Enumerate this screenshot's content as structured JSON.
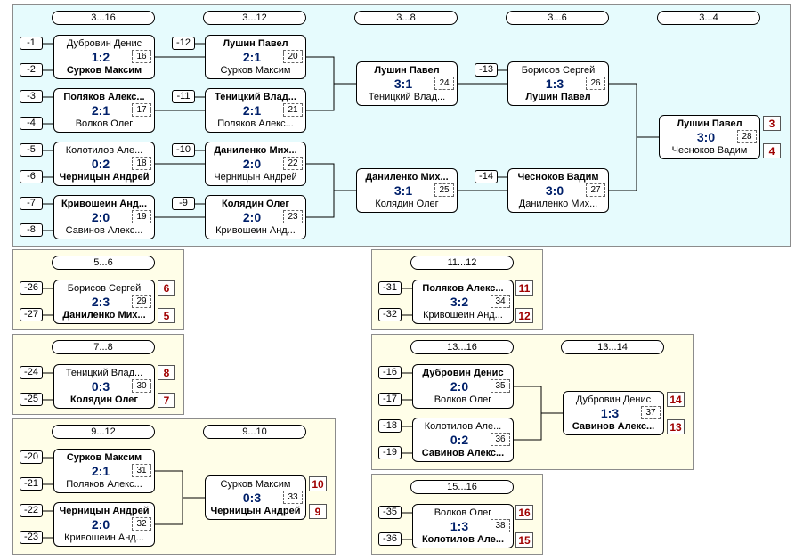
{
  "rounds": {
    "r16": "3...16",
    "r12": "3...12",
    "r8": "3...8",
    "r6": "3...6",
    "r4": "3...4",
    "p56": "5...6",
    "p78": "7...8",
    "p912": "9...12",
    "p910": "9...10",
    "p1112": "11...12",
    "p1316": "13...16",
    "p1314": "13...14",
    "p1516": "15...16"
  },
  "seeds": {
    "s1": "-1",
    "s2": "-2",
    "s3": "-3",
    "s4": "-4",
    "s5": "-5",
    "s6": "-6",
    "s7": "-7",
    "s8": "-8",
    "s12": "-12",
    "s11": "-11",
    "s10": "-10",
    "s9": "-9",
    "s13": "-13",
    "s14": "-14",
    "s26": "-26",
    "s27": "-27",
    "s24": "-24",
    "s25": "-25",
    "s20": "-20",
    "s21": "-21",
    "s22": "-22",
    "s23": "-23",
    "s31": "-31",
    "s32": "-32",
    "s16": "-16",
    "s17": "-17",
    "s18": "-18",
    "s19": "-19",
    "s35": "-35",
    "s36": "-36"
  },
  "matches": {
    "m16": {
      "p1": "Дубровин Денис",
      "p2": "Сурков Максим",
      "score": "1:2",
      "num": "16"
    },
    "m17": {
      "p1": "Поляков Алекс...",
      "p2": "Волков Олег",
      "score": "2:1",
      "num": "17"
    },
    "m18": {
      "p1": "Колотилов Але...",
      "p2": "Черницын Андрей",
      "score": "0:2",
      "num": "18"
    },
    "m19": {
      "p1": "Кривошеин Анд...",
      "p2": "Савинов Алекс...",
      "score": "2:0",
      "num": "19"
    },
    "m20": {
      "p1": "Лушин Павел",
      "p2": "Сурков Максим",
      "score": "2:1",
      "num": "20"
    },
    "m21": {
      "p1": "Теницкий Влад...",
      "p2": "Поляков Алекс...",
      "score": "2:1",
      "num": "21"
    },
    "m22": {
      "p1": "Даниленко Мих...",
      "p2": "Черницын Андрей",
      "score": "2:0",
      "num": "22"
    },
    "m23": {
      "p1": "Колядин Олег",
      "p2": "Кривошеин Анд...",
      "score": "2:0",
      "num": "23"
    },
    "m24": {
      "p1": "Лушин Павел",
      "p2": "Теницкий Влад...",
      "score": "3:1",
      "num": "24"
    },
    "m25": {
      "p1": "Даниленко Мих...",
      "p2": "Колядин Олег",
      "score": "3:1",
      "num": "25"
    },
    "m26": {
      "p1": "Борисов Сергей",
      "p2": "Лушин Павел",
      "score": "1:3",
      "num": "26"
    },
    "m27": {
      "p1": "Чесноков Вадим",
      "p2": "Даниленко Мих...",
      "score": "3:0",
      "num": "27"
    },
    "m28": {
      "p1": "Лушин Павел",
      "p2": "Чесноков Вадим",
      "score": "3:0",
      "num": "28"
    },
    "m29": {
      "p1": "Борисов Сергей",
      "p2": "Даниленко Мих...",
      "score": "2:3",
      "num": "29"
    },
    "m30": {
      "p1": "Теницкий Влад...",
      "p2": "Колядин Олег",
      "score": "0:3",
      "num": "30"
    },
    "m31": {
      "p1": "Сурков Максим",
      "p2": "Поляков Алекс...",
      "score": "2:1",
      "num": "31"
    },
    "m32": {
      "p1": "Черницын Андрей",
      "p2": "Кривошеин Анд...",
      "score": "2:0",
      "num": "32"
    },
    "m33": {
      "p1": "Сурков Максим",
      "p2": "Черницын Андрей",
      "score": "0:3",
      "num": "33"
    },
    "m34": {
      "p1": "Поляков Алекс...",
      "p2": "Кривошеин Анд...",
      "score": "3:2",
      "num": "34"
    },
    "m35": {
      "p1": "Дубровин Денис",
      "p2": "Волков Олег",
      "score": "2:0",
      "num": "35"
    },
    "m36": {
      "p1": "Колотилов Але...",
      "p2": "Савинов Алекс...",
      "score": "0:2",
      "num": "36"
    },
    "m37": {
      "p1": "Дубровин Денис",
      "p2": "Савинов Алекс...",
      "score": "1:3",
      "num": "37"
    },
    "m38": {
      "p1": "Волков Олег",
      "p2": "Колотилов Але...",
      "score": "1:3",
      "num": "38"
    }
  },
  "places": {
    "pl3": "3",
    "pl4": "4",
    "pl6": "6",
    "pl5": "5",
    "pl8": "8",
    "pl7": "7",
    "pl10": "10",
    "pl9": "9",
    "pl11": "11",
    "pl12": "12",
    "pl14": "14",
    "pl13": "13",
    "pl16": "16",
    "pl15": "15"
  }
}
